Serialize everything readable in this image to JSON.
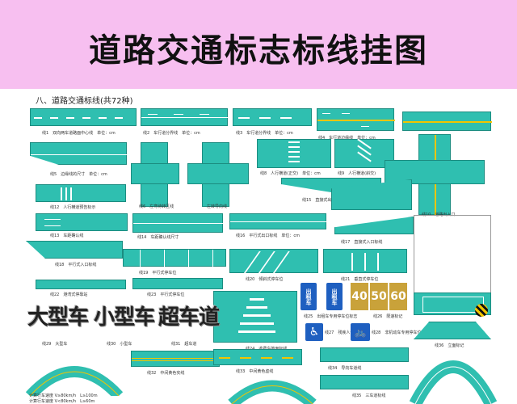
{
  "title": "道路交通标志标线挂图",
  "section_title": "八、道路交通标线(共72种)",
  "captions": {
    "c1": "线1　双向两车道路面中心线　单位：cm",
    "c2": "线2　车行道分界线　单位：cm",
    "c3": "线3　车行道分界线　单位：cm",
    "c4": "线4　车行道边缘线　单位：cm",
    "c5": "线5　边缘线的尺寸　单位：cm",
    "c6": "线6　左弯待转区线",
    "c7": "左转导向线",
    "c8": "线8　人行横道(正交)　单位：cm",
    "c9": "线9　人行横道(斜交)",
    "c10": "线10　道路出入口",
    "c12": "线12　人行横道预告标示",
    "c15": "线15　直接式出口标线　单位：cm",
    "c13": "线13　车距确认线",
    "c14": "线14　车距确认线尺寸",
    "c16": "线16　平行式出口标线　单位：cm",
    "c17": "线17　直接式入口标线",
    "c18": "线18　平行式入口标线",
    "c19": "线19　平行式停车位",
    "c20": "线20　倾斜式停车位",
    "c21": "线21　垂直式停车位",
    "c22": "线22　港湾式停靠站",
    "c23": "线23　平行式停车位",
    "c24": "线24　收费岛地面标线",
    "c25": "线25　出租车专用停车位标志",
    "c26": "线26　限速标记",
    "c27": "线27　残疾人专用停车位",
    "c28": "线28　非机动车专用停车位",
    "c29": "线29　大型车",
    "c30": "线30　小型车",
    "c31": "线31　超车道",
    "c32": "线32　中间黄色实线",
    "c33": "线33　中间黄色虚线",
    "c34": "线34　导向车道线",
    "c35": "线35　三车道标线",
    "c36": "线36　立面标记",
    "speed_note": "计算行车速度 V≥80km/h　L≥100m",
    "speed_note2": "计算行车速度 V<80km/h　L≥60m"
  },
  "large_text": {
    "big_vehicle": "大型车",
    "small_vehicle": "小型车",
    "overtake_lane": "超车道"
  },
  "signs": {
    "taxi1": "出租车",
    "taxi2": "出租车",
    "speed1": "40",
    "speed2": "50",
    "speed3": "60"
  },
  "colors": {
    "header_bg": "#f7bff0",
    "road": "#2fbfb0",
    "marking_white": "#ffffff",
    "marking_yellow": "#f2c500",
    "sign_blue": "#1e5fc0"
  }
}
